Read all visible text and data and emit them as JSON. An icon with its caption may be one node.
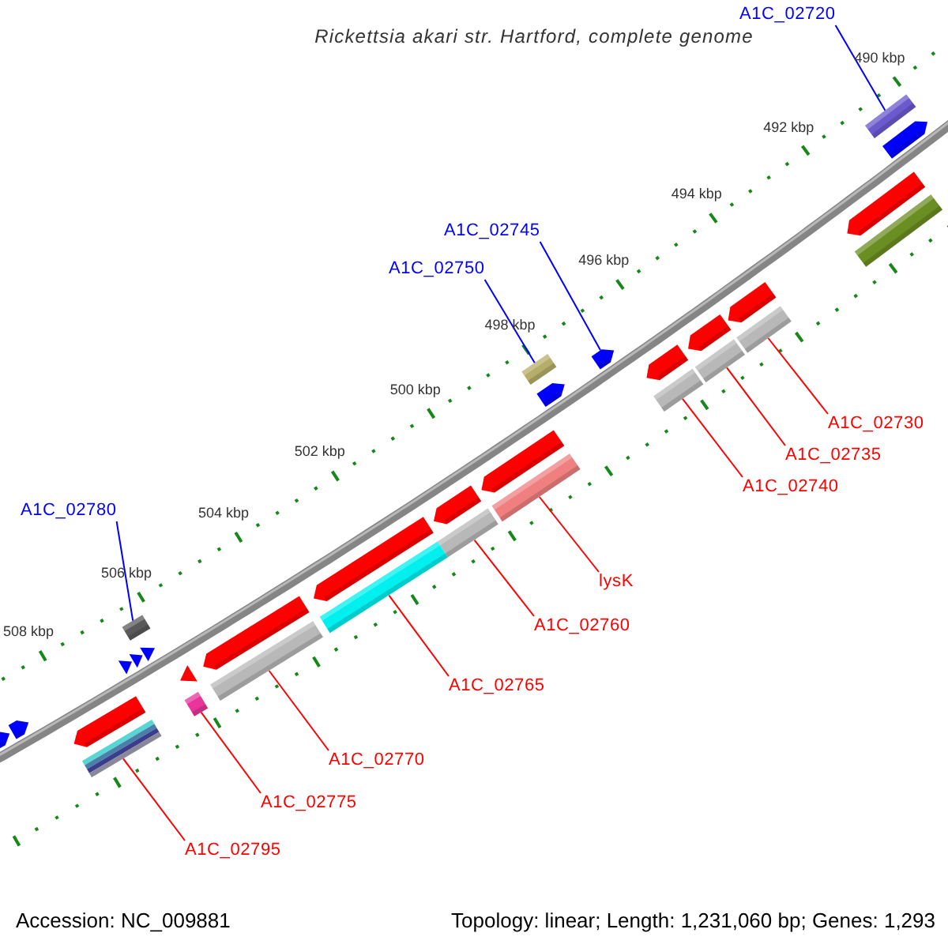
{
  "diagram": {
    "title": "Rickettsia akari str. Hartford, complete genome",
    "nodes": [
      {
        "text": [
          "A1C_02720"
        ]
      },
      {
        "text": [],
        "shape": "bar"
      },
      {
        "text": [
          "A1C_02745"
        ]
      },
      {
        "text": [],
        "shape": "bar"
      },
      {
        "text": [
          "A1C_02750"
        ]
      },
      {
        "text": [],
        "shape": "bar"
      },
      {
        "text": [
          "A1C_02730"
        ]
      },
      {
        "text": [],
        "shape": "bar"
      },
      {
        "text": [
          "A1C_02735"
        ]
      },
      {
        "text": [],
        "shape": "bar"
      },
      {
        "text": [
          "A1C_02740"
        ]
      },
      {
        "text": [],
        "shape": "bar"
      },
      {
        "text": [
          "A1C_02780"
        ]
      },
      {
        "text": [],
        "shape": "bar"
      },
      {
        "text": [
          "lysK"
        ]
      },
      {
        "text": [],
        "shape": "bar"
      },
      {
        "text": [
          "A1C_02760"
        ]
      },
      {
        "text": [],
        "shape": "bar"
      },
      {
        "text": [
          "A1C_02765"
        ]
      },
      {
        "text": [],
        "shape": "bar"
      },
      {
        "text": [
          "A1C_02770"
        ]
      },
      {
        "text": [],
        "shape": "bar"
      },
      {
        "text": [
          "A1C_02775"
        ]
      },
      {
        "text": [],
        "shape": "bar"
      },
      {
        "text": [
          "A1C_02795"
        ]
      },
      {
        "text": [],
        "shape": "bar"
      },
      {
        "text": [],
        "shape": "bar"
      },
      {
        "text": [],
        "shape": "bar"
      },
      {
        "text": [],
        "shape": "bar"
      },
      {
        "text": [],
        "shape": "bar"
      },
      {
        "text": [],
        "shape": "bar"
      },
      {
        "text": [],
        "shape": "bar"
      },
      {
        "text": [],
        "shape": "bar"
      },
      {
        "text": [],
        "shape": "bar"
      },
      {
        "text": [],
        "shape": "bar"
      },
      {
        "text": [],
        "shape": "bar"
      },
      {
        "text": [],
        "shape": "bar"
      },
      {
        "text": [],
        "shape": "bar"
      },
      {
        "text": [],
        "shape": "bar"
      },
      {
        "text": [],
        "shape": "bar"
      },
      {
        "text": [],
        "shape": "bar"
      },
      {
        "text": [],
        "shape": "bar"
      },
      {
        "text": [],
        "shape": "bar"
      },
      {
        "text": [],
        "shape": "bar"
      }
    ],
    "edges": [
      {
        "from": 0,
        "to": 1,
        "arrow": "none",
        "color": "#0000ff"
      },
      {
        "from": 2,
        "to": 3,
        "arrow": "none",
        "color": "#0000ff"
      },
      {
        "from": 4,
        "to": 5,
        "arrow": "none",
        "color": "#0000ff"
      },
      {
        "from": 6,
        "to": 7,
        "arrow": "none"
      },
      {
        "from": 8,
        "to": 9,
        "arrow": "none"
      },
      {
        "from": 10,
        "to": 11,
        "arrow": "none"
      },
      {
        "from": 12,
        "to": 13,
        "arrow": "none",
        "color": "#0000ff"
      },
      {
        "from": 14,
        "to": 15,
        "arrow": "none"
      },
      {
        "from": 16,
        "to": 17,
        "arrow": "none"
      },
      {
        "from": 18,
        "to": 19,
        "arrow": "none"
      },
      {
        "from": 20,
        "to": 21,
        "arrow": "none"
      },
      {
        "from": 22,
        "to": 23,
        "arrow": "none"
      },
      {
        "from": 24,
        "to": 25,
        "arrow": "none"
      }
    ],
    "labels": [
      "490 kbp",
      "492 kbp",
      "494 kbp",
      "496 kbp",
      "498 kbp",
      "500 kbp",
      "502 kbp",
      "504 kbp",
      "506 kbp",
      "508 kbp",
      "Accession: NC_009881",
      "Topology: linear; Length: 1,231,060 bp; Genes: 1,293"
    ]
  }
}
